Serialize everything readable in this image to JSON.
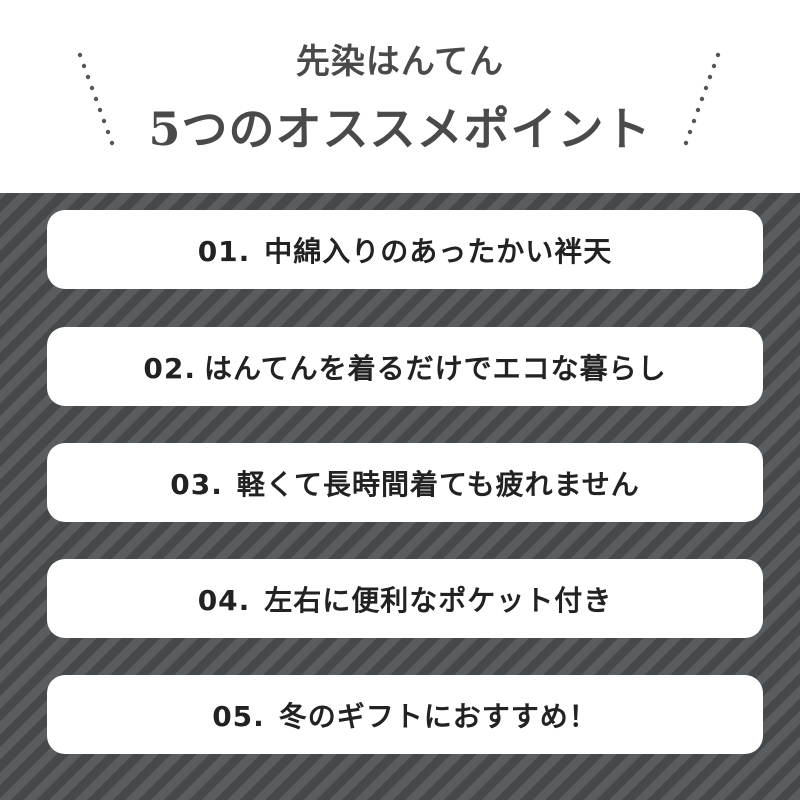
{
  "header": {
    "title_line1": "先染はんてん",
    "title_line2": "5つのオススメポイント"
  },
  "points": [
    {
      "number": "01.",
      "text": "中綿入りのあったかい袢天"
    },
    {
      "number": "02.",
      "text": "はんてんを着るだけでエコな暮らし"
    },
    {
      "number": "03.",
      "text": "軽くて長時間着ても疲れません"
    },
    {
      "number": "04.",
      "text": "左右に便利なポケット付き"
    },
    {
      "number": "05.",
      "text": "冬のギフトにおすすめ！"
    }
  ],
  "colors": {
    "title": "#4a4a4a",
    "panel_stripe_light": "#5a5d5f",
    "panel_stripe_dark": "#46494b",
    "card": "#ffffff",
    "card_text": "#222222"
  }
}
